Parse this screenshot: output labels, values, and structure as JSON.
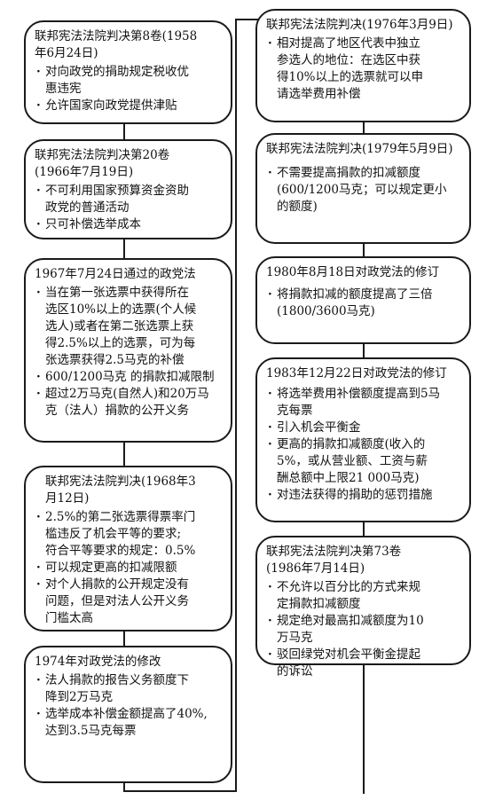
{
  "left_column": [
    {
      "title": [
        "联邦宪法法院判决第8卷(1958",
        "年6月24日)"
      ],
      "items": [
        [
          "对向政党的捐助规定税收优",
          "惠违宪"
        ],
        [
          "允许国家向政党提供津贴"
        ]
      ]
    },
    {
      "title": [
        "联邦宪法法院判决第20卷",
        "(1966年7月19日)"
      ],
      "items": [
        [
          "不可利用国家预算资金资助",
          "政党的普通活动"
        ],
        [
          "只可补偿选举成本"
        ]
      ]
    },
    {
      "title": [
        "1967年7月24日通过的政党法"
      ],
      "items": [
        [
          "当在第一张选票中获得所在",
          "选区10%以上的选票(个人候",
          "选人)或者在第二张选票上获",
          "得2.5%以上的选票，可为每",
          "张选票获得2.5马克的补偿"
        ],
        [
          "600/1200马克 的捐款扣减限制"
        ],
        [
          "超过2万马克(自然人)和20万马",
          "克（法人）捐款的公开义务"
        ]
      ]
    },
    {
      "title": [
        "联邦宪法法院判决(1968年3",
        "月12日)"
      ],
      "items": [
        [
          "2.5%的第二张选票得票率门",
          "槛违反了机会平等的要求;",
          "符合平等要求的规定：0.5%"
        ],
        [
          "可以规定更高的扣减限额"
        ],
        [
          "对个人捐款的公开规定没有",
          "问题，但是对法人公开义务",
          "门槛太高"
        ]
      ]
    },
    {
      "title": [
        "1974年对政党法的修改"
      ],
      "items": [
        [
          "法人捐款的报告义务额度下",
          "降到2万马克"
        ],
        [
          "选举成本补偿金额提高了40%,",
          "达到3.5马克每票"
        ]
      ]
    }
  ],
  "right_column": [
    {
      "title": [
        "联邦宪法法院判决(1976年3月9日)"
      ],
      "items": [
        [
          "相对提高了地区代表中独立",
          "参选人的地位：在选区中获",
          "得10%以上的选票就可以申",
          "请选举费用补偿"
        ]
      ]
    },
    {
      "title": [
        "联邦宪法法院判决(1979年5月9日)"
      ],
      "items": [
        [
          "不需要提高捐款的扣减额度",
          "(600/1200马克；可以规定更小",
          "的额度)"
        ]
      ]
    },
    {
      "title": [
        "1980年8月18日对政党法的修订"
      ],
      "items": [
        [
          "将捐款扣减的额度提高了三倍",
          "(1800/3600马克)"
        ]
      ]
    },
    {
      "title": [
        "1983年12月22日对政党法的修订"
      ],
      "items": [
        [
          "将选举费用补偿额度提高到5马",
          "克每票"
        ],
        [
          "引入机会平衡金"
        ],
        [
          "更高的捐款扣减额度(收入的",
          "5%，或从营业额、工资与薪",
          "酬总额中上限21 000马克)"
        ],
        [
          "对违法获得的捐助的惩罚措施"
        ]
      ]
    },
    {
      "title": [
        "联邦宪法法院判决第73卷",
        "(1986年7月14日)"
      ],
      "items": [
        [
          "不允许以百分比的方式来规",
          "定捐款扣减额度"
        ],
        [
          "规定绝对最高扣减额度为10",
          "万马克"
        ],
        [
          "驳回绿党对机会平衡金提起",
          "的诉讼"
        ]
      ]
    }
  ]
}
